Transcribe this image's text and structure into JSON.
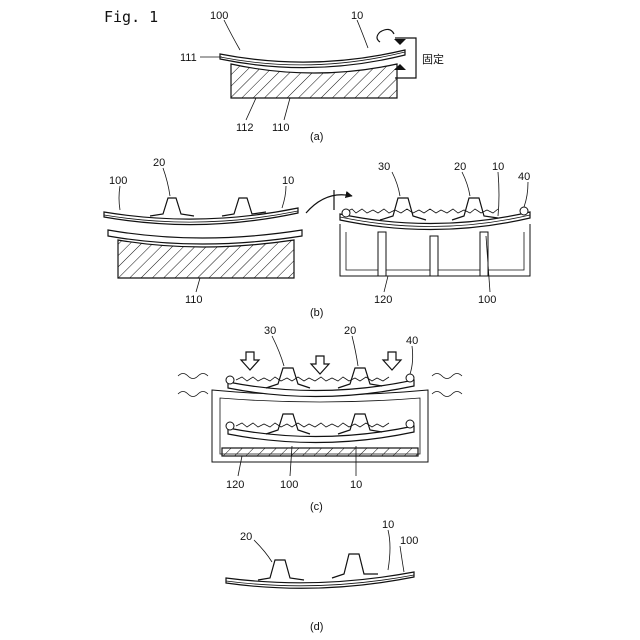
{
  "figure_title": "Fig. 1",
  "panel_a": {
    "caption": "(a)",
    "labels": {
      "l100": "100",
      "l10": "10",
      "l111": "111",
      "l112": "112",
      "l110": "110",
      "fixed": "固定"
    }
  },
  "panel_b": {
    "caption": "(b)",
    "labels": {
      "l20": "20",
      "l100": "100",
      "l10": "10",
      "l110": "110",
      "l30": "30",
      "l20r": "20",
      "l10r": "10",
      "l40": "40",
      "l120": "120",
      "l100r": "100"
    }
  },
  "panel_c": {
    "caption": "(c)",
    "labels": {
      "l30": "30",
      "l20": "20",
      "l40": "40",
      "l120": "120",
      "l100": "100",
      "l10": "10"
    }
  },
  "panel_d": {
    "caption": "(d)",
    "labels": {
      "l20": "20",
      "l10": "10",
      "l100": "100"
    }
  }
}
